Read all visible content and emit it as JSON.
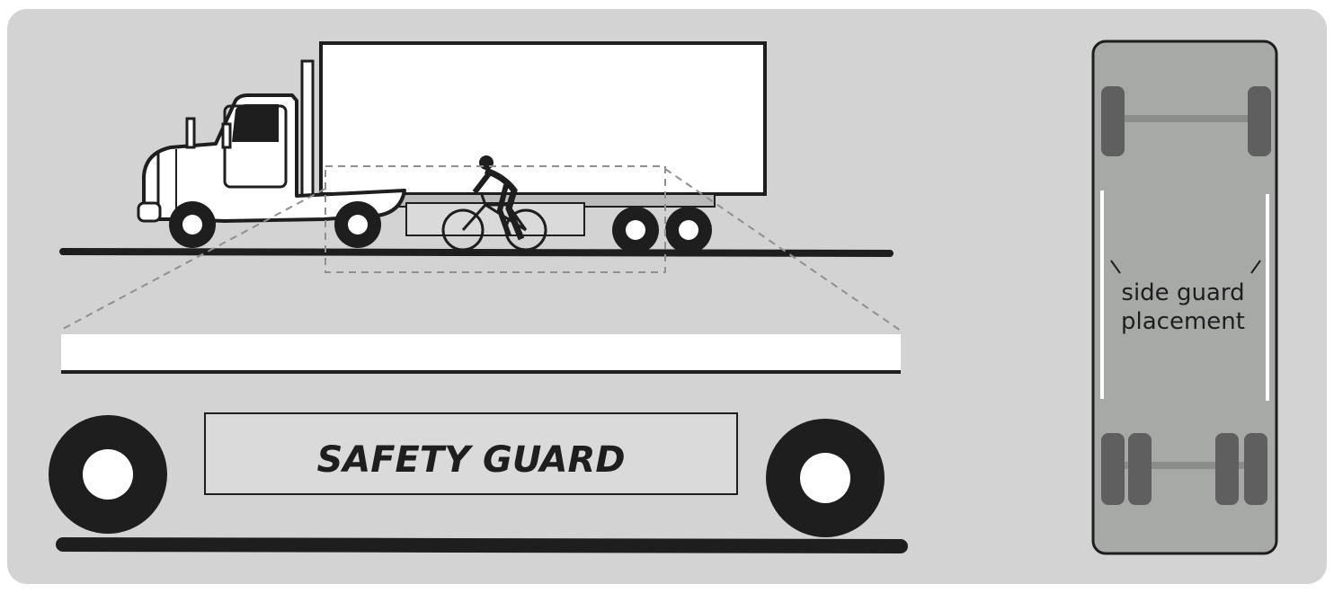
{
  "diagram": {
    "guard_label": "SAFETY GUARD",
    "placement_label_line1": "side guard",
    "placement_label_line2": "placement"
  },
  "colors": {
    "panel_bg": "#d2d3d2",
    "outline": "#1e1e1e",
    "white": "#ffffff",
    "top_view_body": "#a6a9a6",
    "tire_dark": "#5e5f5e",
    "guard_fill": "#d9dad9"
  }
}
